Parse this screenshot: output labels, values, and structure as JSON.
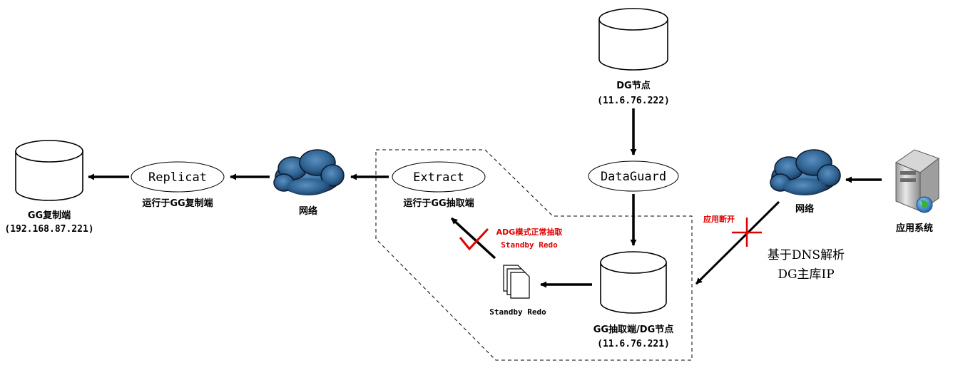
{
  "nodes": {
    "dg_node": {
      "name": "DG节点",
      "ip": "(11.6.76.222)"
    },
    "gg_replica": {
      "name": "GG复制端",
      "ip": "(192.168.87.221)"
    },
    "gg_extract_dg": {
      "name": "GG抽取端/DG节点",
      "ip": "(11.6.76.221)"
    }
  },
  "processes": {
    "replicat": {
      "label": "Replicat",
      "caption": "运行于GG复制端"
    },
    "extract": {
      "label": "Extract",
      "caption": "运行于GG抽取端"
    },
    "dataguard": {
      "label": "DataGuard"
    }
  },
  "networks": {
    "left": "网络",
    "right": "网络"
  },
  "app": {
    "label": "应用系统"
  },
  "standby_redo": {
    "label": "Standby Redo"
  },
  "annotations": {
    "adg_normal": "ADG模式正常抽取",
    "adg_standby": "Standby Redo",
    "app_disconnect": "应用断开",
    "dns_line1": "基于DNS解析",
    "dns_line2": "DG主库IP"
  },
  "colors": {
    "red_mark": "#e00000",
    "cloud": "#2b5f8e",
    "cloud_dark": "#14253f",
    "cylinder_fill": "#ffffff",
    "dashed_region": "#000000"
  },
  "icons": {
    "cylinders": "database-cylinder-icon",
    "cloud": "cloud-network-icon",
    "server": "server-globe-icon",
    "docs": "stacked-documents-icon",
    "check": "red-check-icon",
    "cross": "red-cross-icon"
  }
}
